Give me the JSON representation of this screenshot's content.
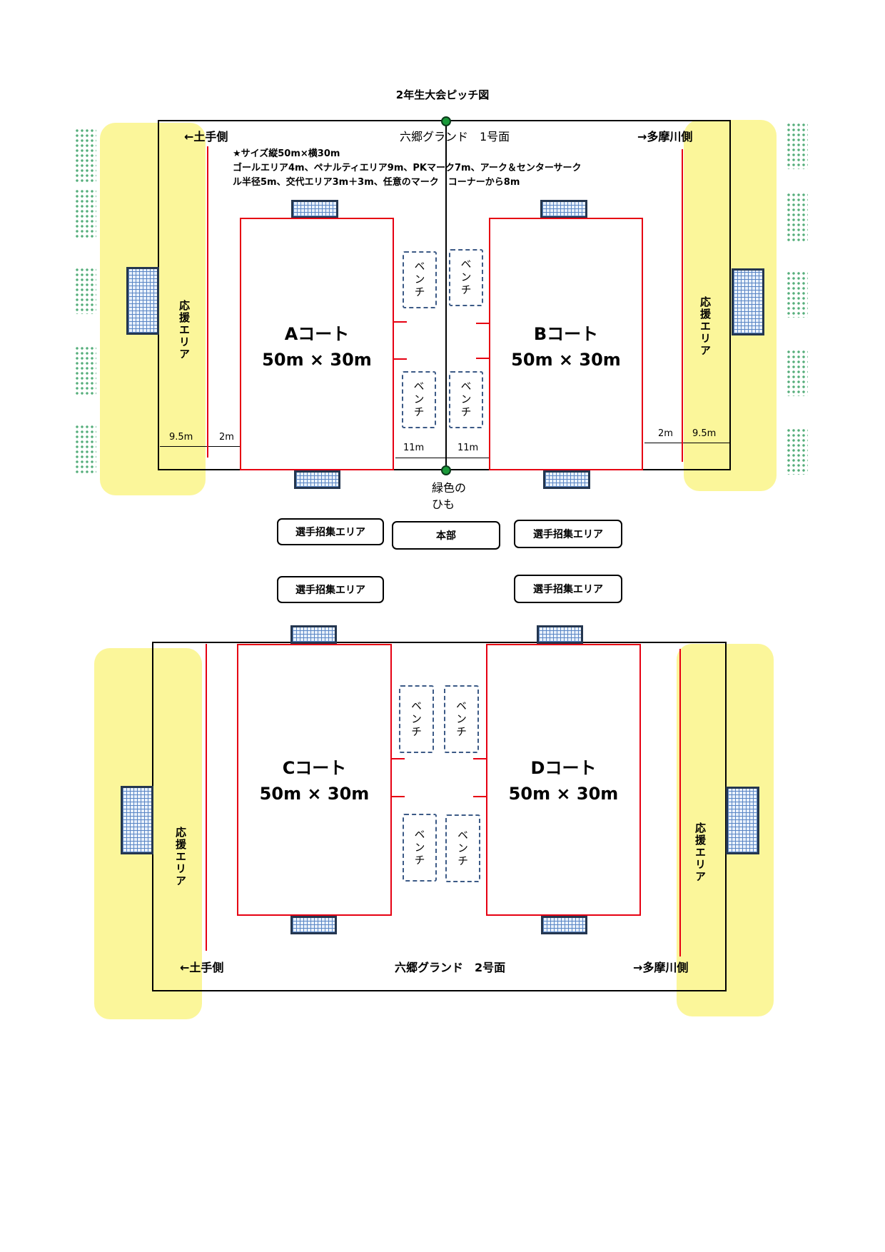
{
  "title": "2年生大会ピッチ図",
  "field1": {
    "name": "六郷グランド　1号面",
    "left_side": "←土手側",
    "right_side": "→多摩川側",
    "notes": [
      "★サイズ縦50m×横30m",
      "ゴールエリア4m、ペナルティエリア9m、PKマーク7m、アーク＆センターサーク",
      "ル半径5m、交代エリア3m＋3m、任意のマーク　コーナーから8m"
    ],
    "court_a": "Aコート",
    "court_b": "Bコート",
    "court_size": "50m × 30m",
    "support_area": "応援エリア",
    "bench": "ベンチ",
    "dims": {
      "d95": "9.5m",
      "d2": "2m",
      "d11": "11m"
    },
    "green_string": [
      "緑色の",
      "ひも"
    ]
  },
  "boxes": {
    "player_call": "選手招集エリア",
    "headquarters": "本部"
  },
  "field2": {
    "name": "六郷グランド　2号面",
    "left_side": "←土手側",
    "right_side": "→多摩川側",
    "court_c": "Cコート",
    "court_d": "Dコート",
    "court_size": "50m × 30m",
    "support_area": "応援エリア",
    "bench": "ベンチ"
  },
  "colors": {
    "court_line": "#e60012",
    "support_area": "#fbf69a",
    "goal": "#5a86c5",
    "bench": "#3c5a86",
    "string_dot": "#1b9a3a"
  }
}
